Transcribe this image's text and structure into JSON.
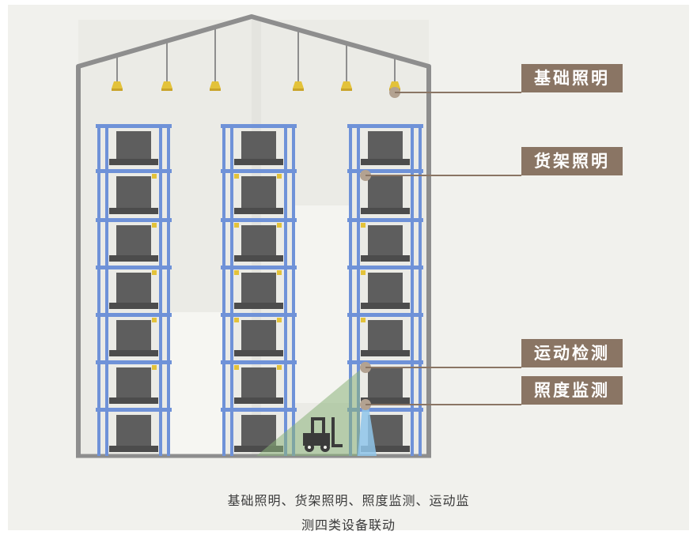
{
  "labels": {
    "basic_lighting": "基础照明",
    "shelf_lighting": "货架照明",
    "motion_detection": "运动检测",
    "illuminance_monitoring": "照度监测"
  },
  "caption": {
    "line1": "基础照明、货架照明、照度监测、运动监",
    "line2": "测四类设备联动"
  },
  "colors": {
    "background": "#f1f1ed",
    "building_outline": "#8e8e8e",
    "rack": "#6f92d8",
    "cargo": "#5e5e5e",
    "lamp": "#e3c23a",
    "label_bg": "#8a7564",
    "sensor_dot": "#b3a291",
    "motion_zone": "#8ab27a",
    "light_beam": "#8fc6ea"
  },
  "icons": {
    "ceiling_lamp": "ceiling-lamp-icon",
    "forklift": "forklift-icon"
  }
}
